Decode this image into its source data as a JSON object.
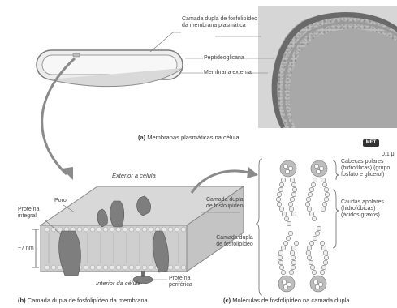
{
  "panel_a": {
    "label_bilayer": "Camada dupla de fosfolipídeo da membrana plasmática",
    "label_peptidoglycan": "Peptideoglicana",
    "label_outer_membrane": "Membrana externa",
    "caption_letter": "(a)",
    "caption_text": "Membranas plasmáticas na célula",
    "met_badge": "MET",
    "scale_text": "0,1 μ"
  },
  "panel_b": {
    "label_exterior": "Exterior a célula",
    "label_pore": "Poro",
    "label_integral": "Proteína integral",
    "label_bilayer": "Camada dupla de fosfolipídeo",
    "label_thickness": "~7 nm",
    "label_interior": "Interior da célula",
    "label_peripheral": "Proteína periférica",
    "caption_letter": "(b)",
    "caption_text": "Camada dupla de fosfolipídeo da membrana"
  },
  "panel_c": {
    "label_polar": "Cabeças polares (hidrofílicas) (grupo fosfato e glicerol)",
    "label_nonpolar": "Caudas apolares (hidrofóbicas) (ácidos graxos)",
    "label_bilayer": "Camada dupla de fosfolipídeo",
    "caption_letter": "(c)",
    "caption_text": "Moléculas de fosfolipídeo na camada dupla"
  },
  "colors": {
    "membrane": "#c9c9c9",
    "protein": "#7e7e7e",
    "line": "#555555",
    "micrograph": "#bdbdbd"
  }
}
